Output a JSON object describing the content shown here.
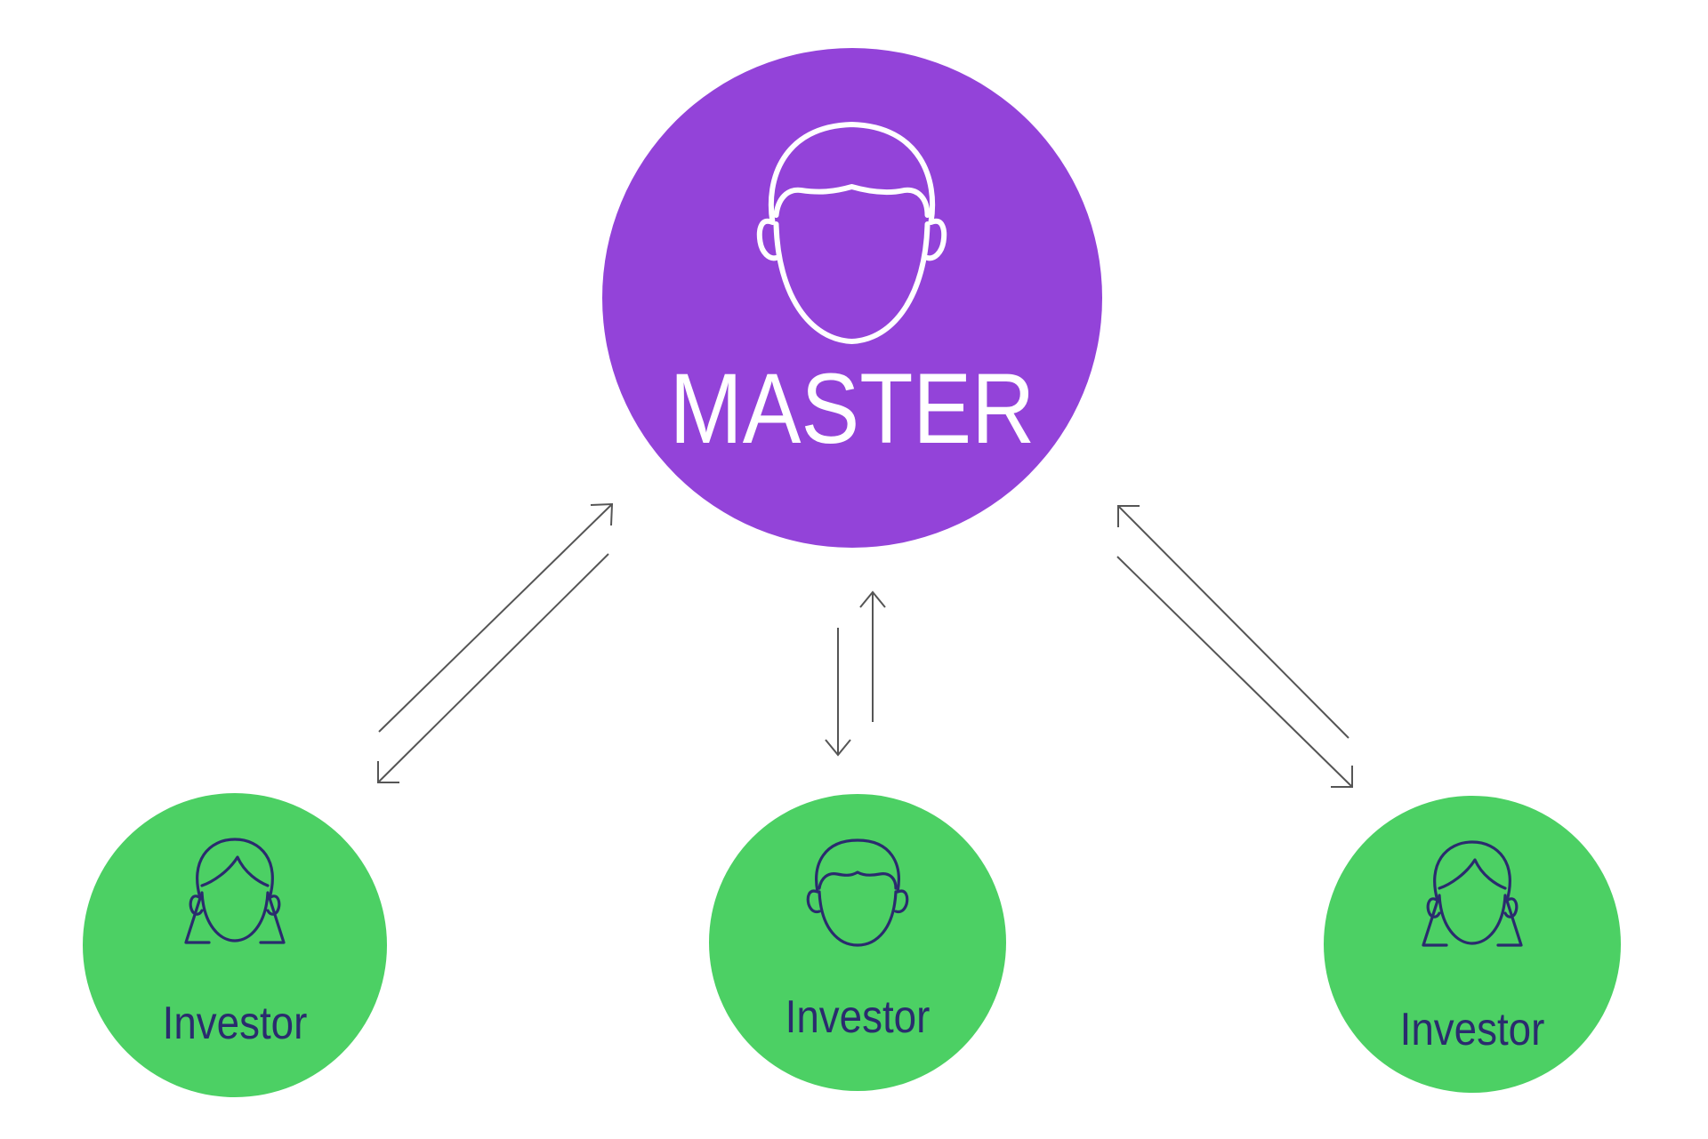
{
  "colors": {
    "master": "#9343d9",
    "investor": "#4cd064",
    "master_line": "#ffffff",
    "investor_line": "#2a2b6e",
    "arrow": "#555555"
  },
  "master": {
    "label": "MASTER",
    "icon": "man-head-icon"
  },
  "investors": [
    {
      "label": "Investor",
      "icon": "woman-head-icon"
    },
    {
      "label": "Investor",
      "icon": "man-head-icon"
    },
    {
      "label": "Investor",
      "icon": "woman-head-icon"
    }
  ],
  "connections": [
    {
      "from": "master",
      "to": "investor-left",
      "direction": "bidirectional"
    },
    {
      "from": "master",
      "to": "investor-center",
      "direction": "bidirectional"
    },
    {
      "from": "master",
      "to": "investor-right",
      "direction": "bidirectional"
    }
  ]
}
